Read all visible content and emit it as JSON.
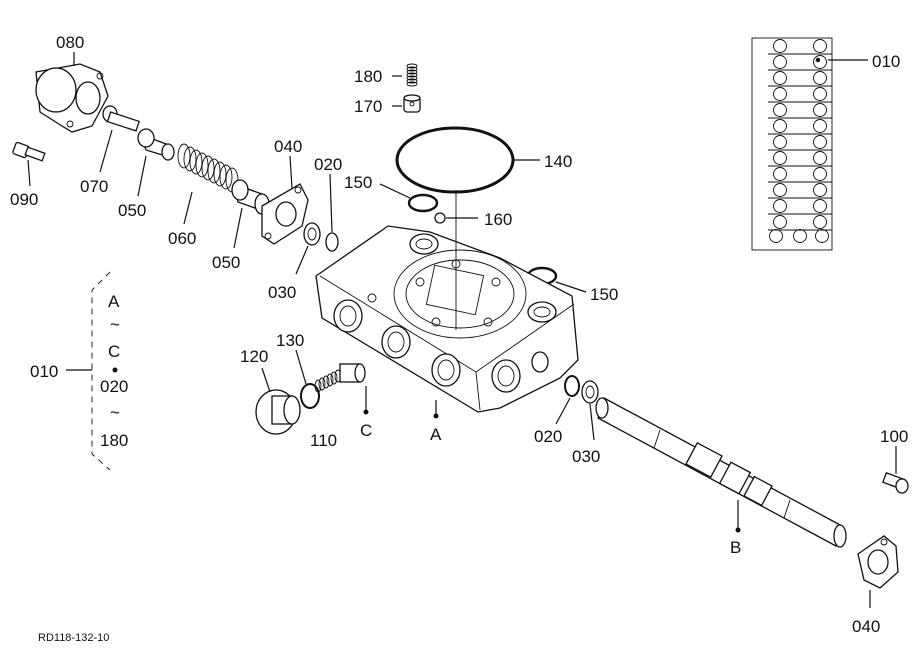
{
  "labels": {
    "p010_top": "010",
    "p080": "080",
    "p090": "090",
    "p070": "070",
    "p050a": "050",
    "p060": "060",
    "p050b": "050",
    "p040_top": "040",
    "p020_top": "020",
    "p030_left": "030",
    "p180": "180",
    "p170": "170",
    "p140": "140",
    "p150_left": "150",
    "p160": "160",
    "p150_right": "150",
    "p120": "120",
    "p130": "130",
    "p110": "110",
    "refC": "C",
    "refA": "A",
    "p020_right": "020",
    "p030_right": "030",
    "p100": "100",
    "refB": "B",
    "p040_bottom": "040"
  },
  "bracket": {
    "set_label": "010",
    "line1": "A",
    "tilde1": "~",
    "line2": "C",
    "line3": "020",
    "tilde2": "~",
    "line4": "180"
  },
  "drawing_code": "RD118-132-10"
}
